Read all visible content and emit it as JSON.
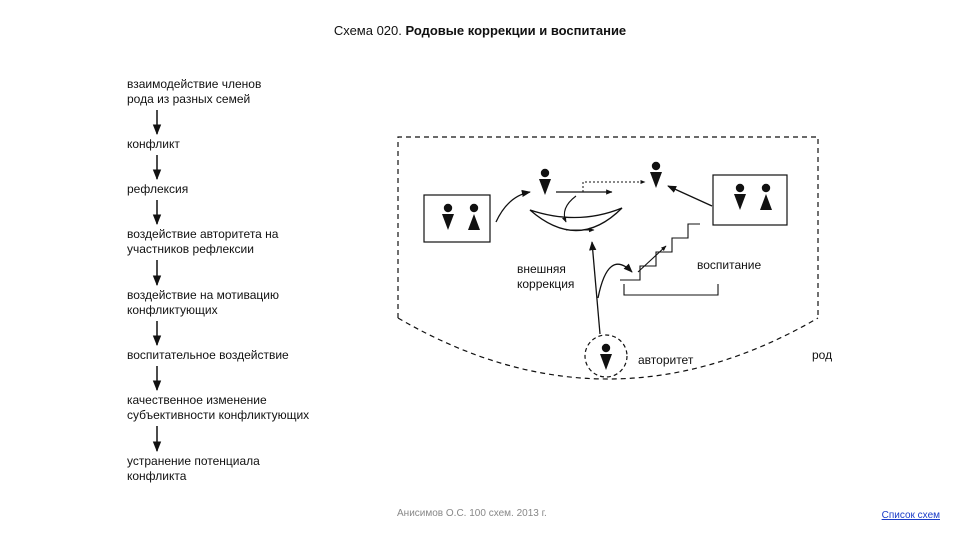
{
  "title": {
    "prefix": "Схема 020. ",
    "main": "Родовые коррекции и воспитание"
  },
  "steps": [
    {
      "line1": "взаимодействие членов",
      "line2": "рода из разных семей"
    },
    {
      "line1": "конфликт",
      "line2": ""
    },
    {
      "line1": "рефлексия",
      "line2": ""
    },
    {
      "line1": "воздействие авторитета на",
      "line2": "участников рефлексии"
    },
    {
      "line1": "воздействие на мотивацию",
      "line2": "конфликтующих"
    },
    {
      "line1": "воспитательное воздействие",
      "line2": ""
    },
    {
      "line1": "качественное изменение",
      "line2": "субъективности конфликтующих"
    },
    {
      "line1": "устранение потенциала",
      "line2": "конфликта"
    }
  ],
  "diagram_labels": {
    "external_correction_1": "внешняя",
    "external_correction_2": "коррекция",
    "upbringing": "воспитание",
    "authority": "авторитет",
    "clan": "род"
  },
  "footer": {
    "credit": "Анисимов О.С. 100 схем. 2013 г.",
    "link": "Список схем"
  },
  "colors": {
    "line": "#111111",
    "link": "#1a3cc8",
    "muted": "#888888"
  }
}
